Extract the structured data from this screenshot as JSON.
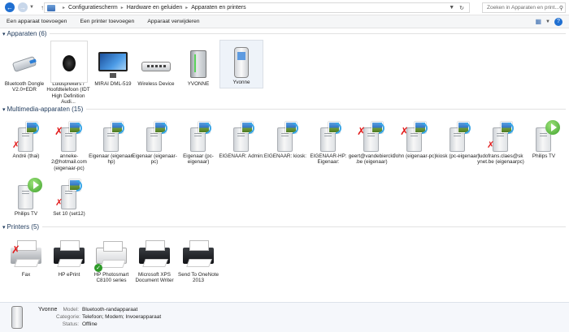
{
  "address": {
    "crumbs": [
      "Configuratiescherm",
      "Hardware en geluiden",
      "Apparaten en printers"
    ],
    "search_placeholder": "Zoeken in Apparaten en print..."
  },
  "toolbar": {
    "add_device": "Een apparaat toevoegen",
    "add_printer": "Een printer toevoegen",
    "remove_device": "Apparaat verwijderen"
  },
  "groups": {
    "devices": {
      "title": "Apparaten (6)",
      "items": [
        {
          "label": "Bluetooth Dongle V2.0+EDR",
          "icon": "bluetooth-dongle-icon"
        },
        {
          "label": "Luidsprekers / Hoofdtelefoon (IDT High Definition Audi...",
          "icon": "speaker-icon"
        },
        {
          "label": "MIRAI DML-519",
          "icon": "monitor-icon"
        },
        {
          "label": "Wireless Device",
          "icon": "wireless-device-icon"
        },
        {
          "label": "YVONNE",
          "icon": "computer-tower-icon"
        },
        {
          "label": "Yvonne",
          "icon": "mobile-phone-icon"
        }
      ]
    },
    "media": {
      "title": "Multimedia-apparaten (15)",
      "items": [
        {
          "label": "André (thai)",
          "status": "error"
        },
        {
          "label": "anneke-2@hotmail.com (eigenaar-pc)",
          "status": "error"
        },
        {
          "label": "Eigenaar (eigenaar-hp)",
          "status": "ok"
        },
        {
          "label": "Eigenaar (eigenaar-pc)",
          "status": "ok"
        },
        {
          "label": "Eigenaar (pc-eigenaar)",
          "status": "ok"
        },
        {
          "label": "EIGENAAR: Admin:",
          "status": "ok"
        },
        {
          "label": "EIGENAAR: kiosk:",
          "status": "ok"
        },
        {
          "label": "EIGENAAR-HP: Eigenaar:",
          "status": "ok"
        },
        {
          "label": "geert@vandebierckt.be (eigenaar)",
          "status": "error"
        },
        {
          "label": "John (eigenaar-pc)",
          "status": "error"
        },
        {
          "label": "kiosk (pc-eigenaar)",
          "status": "ok"
        },
        {
          "label": "ludofrans.claes@skynet.be (eigenaarpc)",
          "status": "error"
        },
        {
          "label": "Philips TV",
          "status": "play"
        },
        {
          "label": "Philips TV",
          "status": "play"
        },
        {
          "label": "Set 10 (set12)",
          "status": "error"
        }
      ]
    },
    "printers": {
      "title": "Printers (5)",
      "items": [
        {
          "label": "Fax",
          "status": "error"
        },
        {
          "label": "HP ePrint",
          "status": "ok"
        },
        {
          "label": "HP Photosmart C8100 series",
          "status": "default"
        },
        {
          "label": "Microsoft XPS Document Writer",
          "status": "ok"
        },
        {
          "label": "Send To OneNote 2013",
          "status": "ok"
        }
      ]
    }
  },
  "details": {
    "name": "Yvonne",
    "model_label": "Model:",
    "model_value": "Bluetooth-randapparaat",
    "category_label": "Categorie:",
    "category_value": "Telefoon; Modem; Invoerapparaat",
    "status_label": "Status:",
    "status_value": "Offline"
  }
}
